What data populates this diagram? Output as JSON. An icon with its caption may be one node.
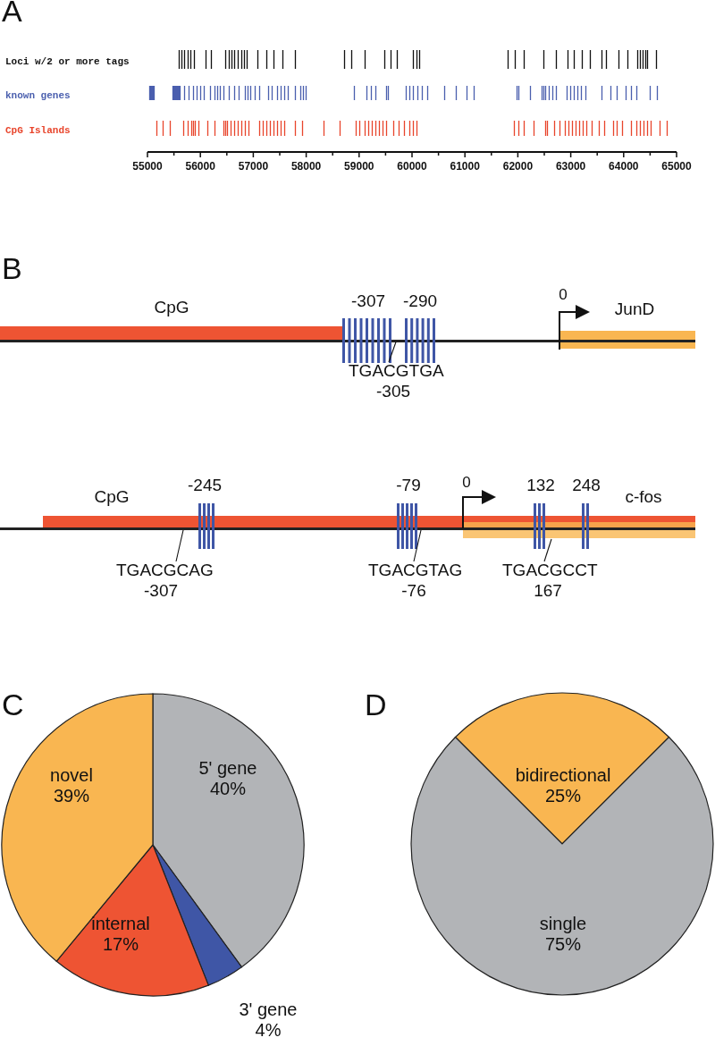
{
  "diagram": {
    "nodes": [
      {
        "text": [
          "CpG"
        ]
      },
      {
        "text": [
          "JunD"
        ]
      },
      {
        "text": [
          "TGACGTGA",
          "-305"
        ]
      },
      {
        "text": [
          "CpG"
        ]
      },
      {
        "text": [
          "c-fos"
        ]
      },
      {
        "text": [
          "TGACGCAG",
          "-307"
        ]
      },
      {
        "text": [
          "TGACGTAG",
          "-76"
        ]
      },
      {
        "text": [
          "TGACGCCT",
          "167"
        ]
      },
      {
        "text": [],
        "shape": "bar"
      },
      {
        "text": [],
        "shape": "bar"
      }
    ],
    "edges": [
      {
        "from": 2,
        "to": 8,
        "arrow": "none"
      },
      {
        "from": 5,
        "to": 3,
        "arrow": "none"
      },
      {
        "from": 6,
        "to": 3,
        "arrow": "none"
      },
      {
        "from": 7,
        "to": 4,
        "arrow": "none"
      }
    ],
    "labels": [
      "A",
      "Loci w/2 or more tags",
      "known genes",
      "CpG Islands",
      "55000",
      "56000",
      "57000",
      "58000",
      "59000",
      "60000",
      "61000",
      "62000",
      "63000",
      "64000",
      "65000",
      "B",
      "-307",
      "-290",
      "0",
      "-245",
      "-79",
      "0",
      "132",
      "248",
      "C",
      "D"
    ],
    "chart_data": [
      {
        "type": "pie",
        "categories": [
          "5' gene",
          "3' gene",
          "internal",
          "novel"
        ],
        "values": [
          40,
          4,
          17,
          39
        ],
        "value_labels": [
          "40%",
          "4%",
          "17%",
          "39%"
        ]
      },
      {
        "type": "pie",
        "categories": [
          "bidirectional",
          "single"
        ],
        "values": [
          25,
          75
        ],
        "value_labels": [
          "25%",
          "75%"
        ]
      }
    ]
  }
}
